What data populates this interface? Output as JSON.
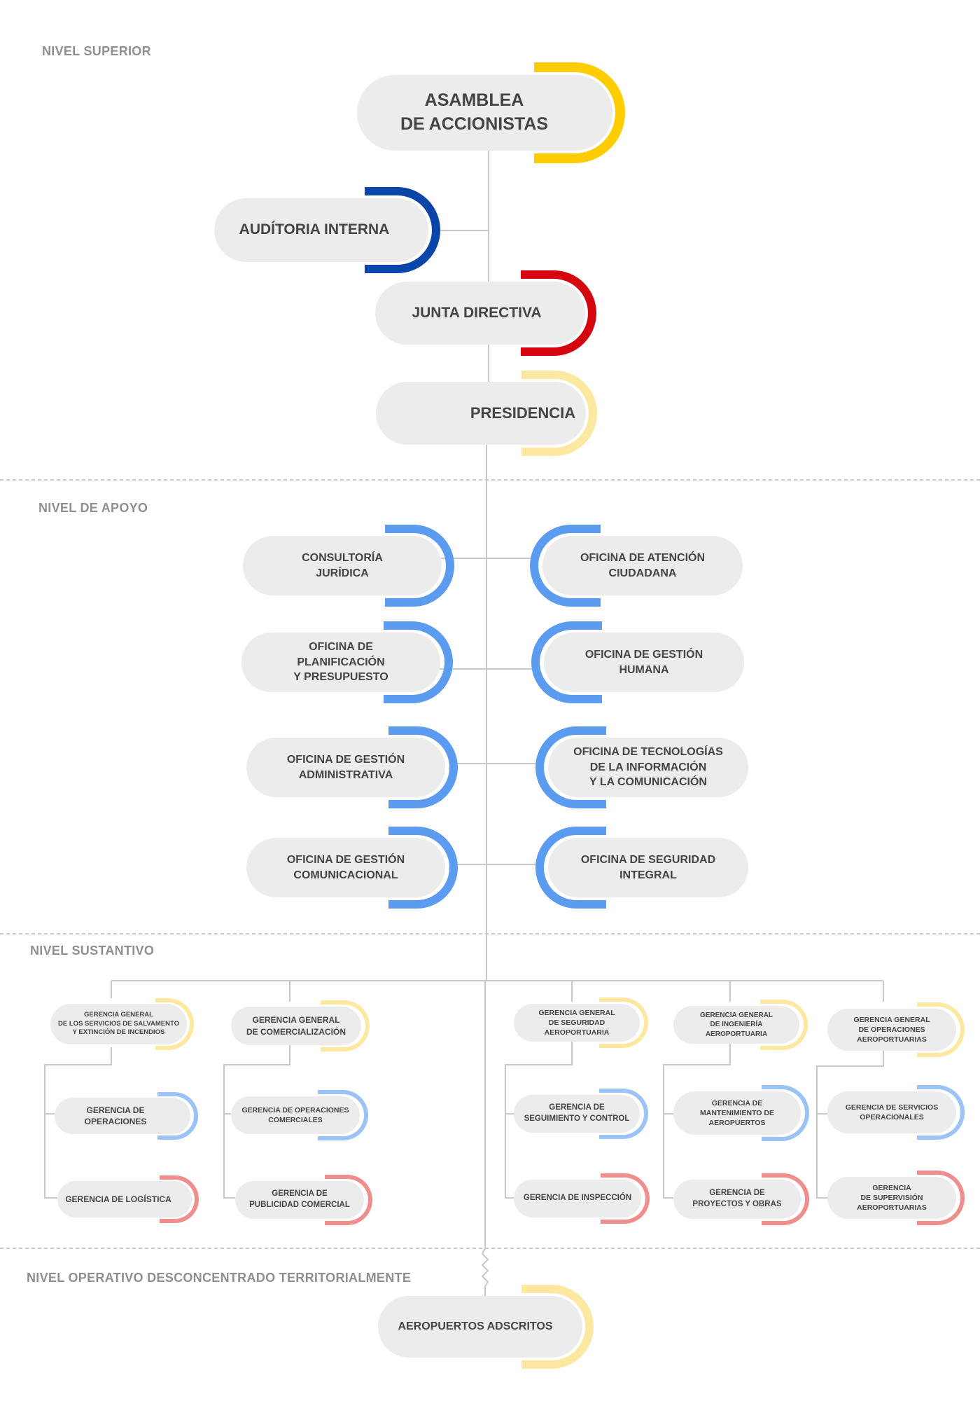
{
  "levels": {
    "superior": "NIVEL SUPERIOR",
    "apoyo": "NIVEL DE APOYO",
    "sustantivo": "NIVEL SUSTANTIVO",
    "operativo": "NIVEL OPERATIVO DESCONCENTRADO TERRITORIALMENTE"
  },
  "colors": {
    "yellow": "#FFCC00",
    "blue": "#0A46AA",
    "red": "#D4050F",
    "light_yellow": "#FCE8A0",
    "mid_blue": "#5B9BF0",
    "light_blue": "#9CC3F5",
    "light_red": "#F08E8E",
    "pill_bg": "#ECECEC",
    "text": "#444444",
    "line": "#C8C8C8"
  },
  "superior": {
    "asamblea": "ASAMBLEA\nDE ACCIONISTAS",
    "auditoria": "AUDÍTORIA INTERNA",
    "junta": "JUNTA DIRECTIVA",
    "presidencia": "PRESIDENCIA"
  },
  "apoyo": {
    "consultoria": "CONSULTORÍA\nJURÍDICA",
    "atencion": "OFICINA DE ATENCIÓN\nCIUDADANA",
    "planificacion": "OFICINA DE\nPLANIFICACIÓN\nY PRESUPUESTO",
    "gestion_humana": "OFICINA DE GESTIÓN\nHUMANA",
    "gestion_admin": "OFICINA DE GESTIÓN\nADMINISTRATIVA",
    "tecnologias": "OFICINA DE TECNOLOGÍAS\nDE LA INFORMACIÓN\nY LA COMUNICACIÓN",
    "gestion_com": "OFICINA DE GESTIÓN\nCOMUNICACIONAL",
    "seguridad_integral": "OFICINA DE SEGURIDAD\nINTEGRAL"
  },
  "sustantivo": {
    "salvamento": "GERENCIA GENERAL\nDE LOS SERVICIOS DE SALVAMENTO\nY EXTINCIÓN DE INCENDIOS",
    "operaciones": "GERENCIA DE\nOPERACIONES",
    "logistica": "GERENCIA DE LOGÍSTICA",
    "comercializacion": "GERENCIA GENERAL\nDE COMERCIALIZACIÓN",
    "op_comerciales": "GERENCIA DE OPERACIONES\nCOMERCIALES",
    "publicidad": "GERENCIA DE\nPUBLICIDAD COMERCIAL",
    "seguridad_aero": "GERENCIA GENERAL\nDE SEGURIDAD\nAEROPORTUARIA",
    "seguimiento": "GERENCIA DE\nSEGUIMIENTO Y CONTROL",
    "inspeccion": "GERENCIA DE INSPECCIÓN",
    "ingenieria": "GERENCIA GENERAL\nDE INGENIERÍA\nAEROPORTUARIA",
    "mantenimiento": "GERENCIA DE\nMANTENIMIENTO DE\nAEROPUERTOS",
    "proyectos": "GERENCIA DE\nPROYECTOS Y OBRAS",
    "op_aero": "GERENCIA GENERAL\nDE OPERACIONES\nAEROPORTUARIAS",
    "servicios_op": "GERENCIA DE SERVICIOS\nOPERACIONALES",
    "supervision": "GERENCIA\nDE SUPERVISIÓN\nAEROPORTUARIAS"
  },
  "operativo": {
    "aeropuertos": "AEROPUERTOS ADSCRITOS"
  }
}
